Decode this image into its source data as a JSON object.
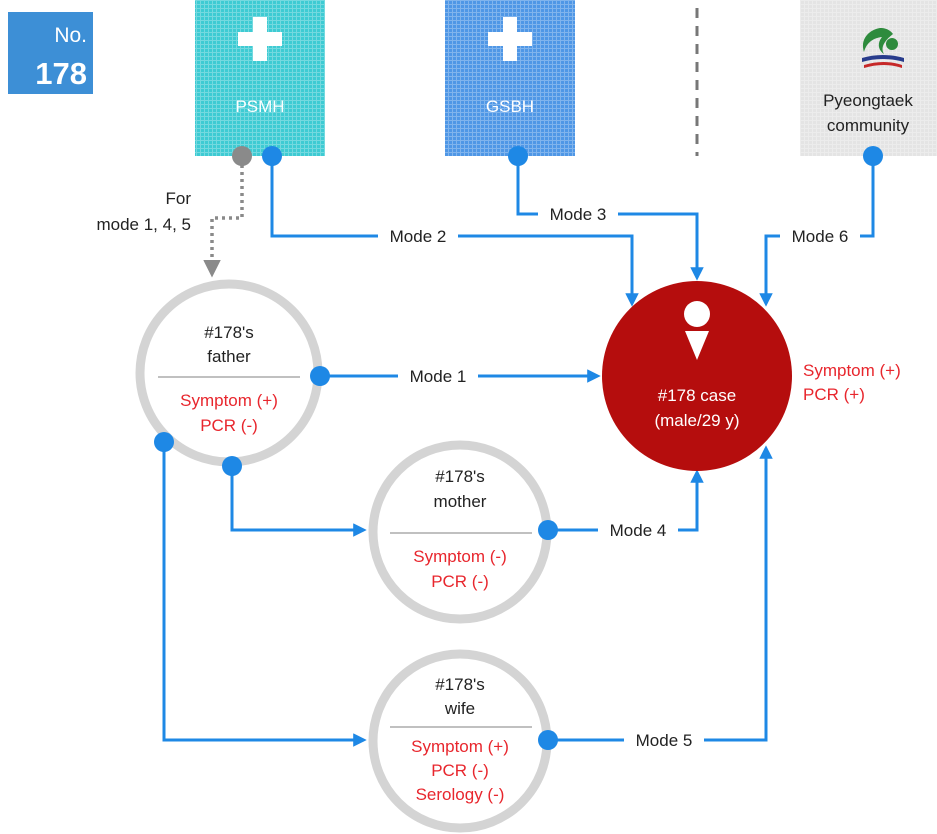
{
  "badge": {
    "prefix": "No.",
    "number": "178"
  },
  "colors": {
    "badge": "#3d8fd6",
    "psmh": "#3ecbd3",
    "gsbh": "#4f97e6",
    "community": "#e4e4e4",
    "arrow": "#1e88e5",
    "case_fill": "#b50d0d",
    "person_ring": "#d4d4d4",
    "red_text": "#e8262d",
    "dotted": "#8a8a8a"
  },
  "sources": {
    "psmh": {
      "label": "PSMH",
      "icon": "plus-icon"
    },
    "gsbh": {
      "label": "GSBH",
      "icon": "plus-icon"
    },
    "community": {
      "line1": "Pyeongtaek",
      "line2": "community",
      "icon": "city-emblem-icon"
    }
  },
  "dotted_note": {
    "line1": "For",
    "line2": "mode 1, 4, 5"
  },
  "people": {
    "father": {
      "line1": "#178's",
      "line2": "father",
      "status": [
        "Symptom (+)",
        "PCR (-)"
      ]
    },
    "mother": {
      "line1": "#178's",
      "line2": "mother",
      "status": [
        "Symptom (-)",
        "PCR (-)"
      ]
    },
    "wife": {
      "line1": "#178's",
      "line2": "wife",
      "status": [
        "Symptom (+)",
        "PCR (-)",
        "Serology (-)"
      ]
    }
  },
  "case": {
    "line1": "#178 case",
    "line2": "(male/29 y)",
    "status": [
      "Symptom (+)",
      "PCR (+)"
    ],
    "icon": "person-icon"
  },
  "modes": {
    "m1": "Mode 1",
    "m2": "Mode 2",
    "m3": "Mode 3",
    "m4": "Mode 4",
    "m5": "Mode 5",
    "m6": "Mode 6"
  }
}
